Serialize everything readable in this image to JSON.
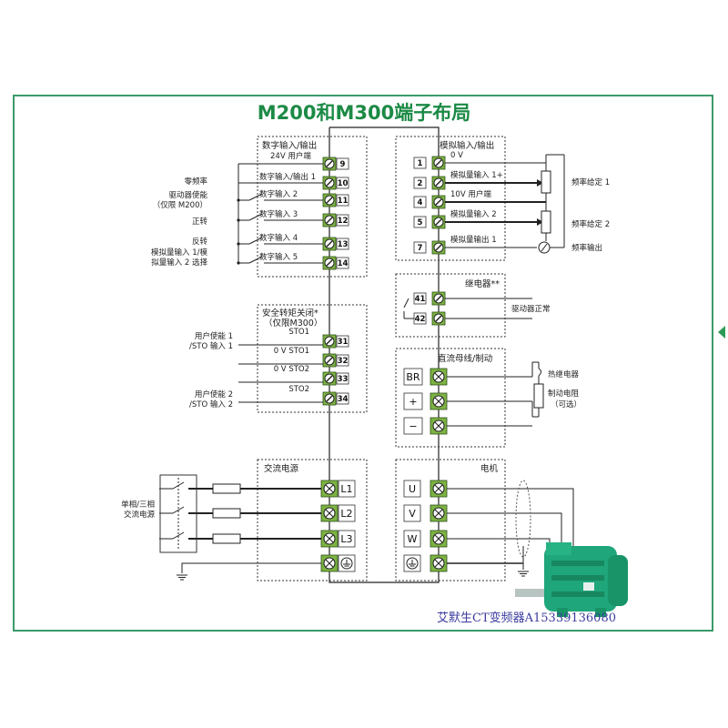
{
  "title": "M200和M300端子布局",
  "watermark": "艾默生CT变频器A15339136080",
  "colors": {
    "frame": "#3a9a6a",
    "title": "#1b8a45",
    "terminal_green": "#7cb342",
    "motor_green": "#1fa67a",
    "watermark": "#3b3b9e"
  },
  "digital_io": {
    "heading": "数字输入/输出",
    "subheading": "24V 用户端",
    "terminals": [
      {
        "no": "9",
        "label": "",
        "external": ""
      },
      {
        "no": "10",
        "label": "数字输入/输出 1",
        "external": "零频率"
      },
      {
        "no": "11",
        "label": "数字输入 2",
        "external": "驱动器使能\n（仅限 M200）"
      },
      {
        "no": "12",
        "label": "数字输入 3",
        "external": "正转"
      },
      {
        "no": "13",
        "label": "数字输入 4",
        "external": "反转"
      },
      {
        "no": "14",
        "label": "数字输入 5",
        "external": "模拟量输入 1/模\n拟量输入 2 选择"
      }
    ]
  },
  "sto": {
    "heading": "安全转矩关闭*",
    "subheading": "（仅限M300）",
    "terminals": [
      {
        "no": "31",
        "label": "STO1"
      },
      {
        "no": "32",
        "label": "0 V STO1"
      },
      {
        "no": "33",
        "label": "0 V STO2"
      },
      {
        "no": "34",
        "label": "STO2"
      }
    ],
    "external": [
      "用户使能 1\n/STO 输入 1",
      "用户使能 2\n/STO 输入 2"
    ]
  },
  "ac_supply": {
    "heading": "交流电源",
    "terminals": [
      "L1",
      "L2",
      "L3",
      "⏚"
    ],
    "external": "单相/三相\n交流电源"
  },
  "analog_io": {
    "heading": "模拟输入/输出",
    "terminals": [
      {
        "no": "1",
        "label": "0 V"
      },
      {
        "no": "2",
        "label": "模拟量输入 1+"
      },
      {
        "no": "4",
        "label": "10V 用户端"
      },
      {
        "no": "5",
        "label": "模拟量输入 2"
      },
      {
        "no": "7",
        "label": "模拟量输出 1"
      }
    ],
    "external": [
      "频率给定 1",
      "频率给定 2",
      "频率输出"
    ]
  },
  "relay": {
    "heading": "继电器**",
    "terminals": [
      "41",
      "42"
    ],
    "external": "驱动器正常"
  },
  "dc_bus": {
    "heading": "直流母线/制动",
    "terminals": [
      "BR",
      "+",
      "−"
    ],
    "external": [
      "热继电器",
      "制动电阻",
      "（可选）"
    ]
  },
  "motor": {
    "heading": "电机",
    "terminals": [
      "U",
      "V",
      "W",
      "⏚"
    ]
  }
}
